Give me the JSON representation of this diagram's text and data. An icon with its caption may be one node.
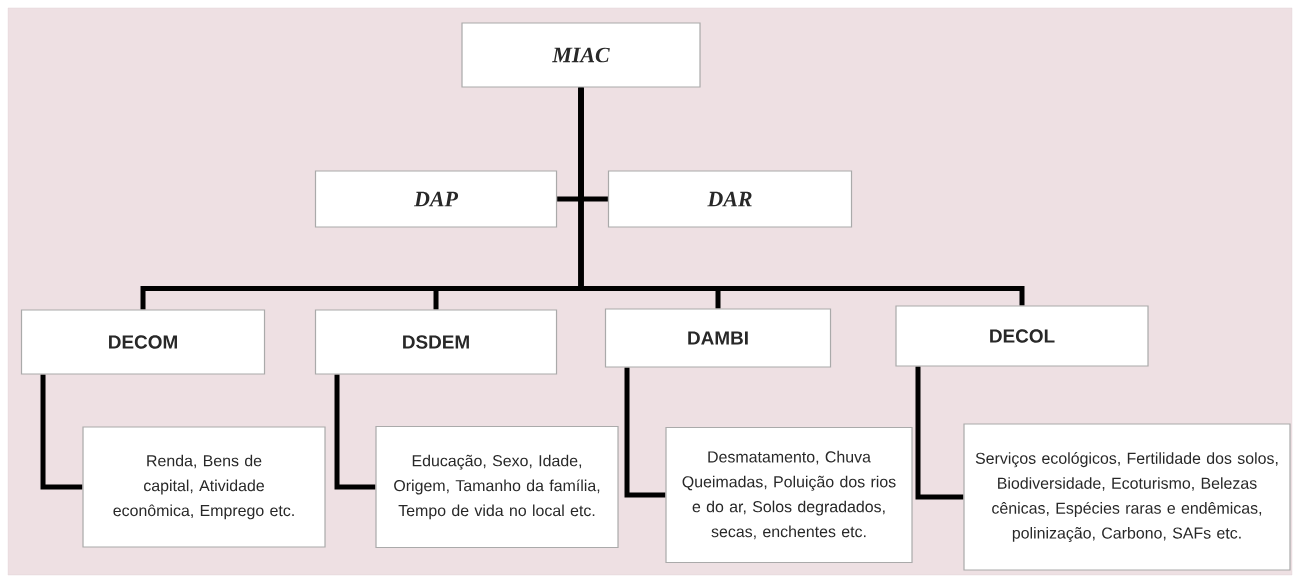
{
  "diagram": {
    "nodes": [
      {
        "text": [
          "MIAC"
        ]
      },
      {
        "text": [
          "DAP"
        ]
      },
      {
        "text": [
          "DAR"
        ]
      },
      {
        "text": [
          "DECOM"
        ]
      },
      {
        "text": [
          "DSDEM"
        ]
      },
      {
        "text": [
          "DAMBI"
        ]
      },
      {
        "text": [
          "DECOL"
        ]
      },
      {
        "text": [
          "Renda, Bens de capital, Atividade econômica, Emprego etc."
        ]
      },
      {
        "text": [
          "Educação, Sexo, Idade, Origem, Tamanho da família, Tempo de vida no local etc."
        ]
      },
      {
        "text": [
          "Desmatamento, Chuva Queimadas, Poluição dos rios e do ar, Solos degradados, secas, enchentes etc."
        ]
      },
      {
        "text": [
          "Serviços ecológicos, Fertilidade dos solos, Biodiversidade, Ecoturismo, Belezas cênicas, Espécies raras e endêmicas, polinização, Carbono, SAFs etc."
        ]
      }
    ],
    "edges": [
      {
        "from": 0,
        "to": 1,
        "arrow": "none"
      },
      {
        "from": 0,
        "to": 2,
        "arrow": "none"
      },
      {
        "from": 0,
        "to": 3,
        "arrow": "none"
      },
      {
        "from": 0,
        "to": 4,
        "arrow": "none"
      },
      {
        "from": 0,
        "to": 5,
        "arrow": "none"
      },
      {
        "from": 0,
        "to": 6,
        "arrow": "none"
      },
      {
        "from": 3,
        "to": 7,
        "arrow": "none"
      },
      {
        "from": 4,
        "to": 8,
        "arrow": "none"
      },
      {
        "from": 5,
        "to": 9,
        "arrow": "none"
      },
      {
        "from": 6,
        "to": 10,
        "arrow": "none"
      }
    ]
  }
}
